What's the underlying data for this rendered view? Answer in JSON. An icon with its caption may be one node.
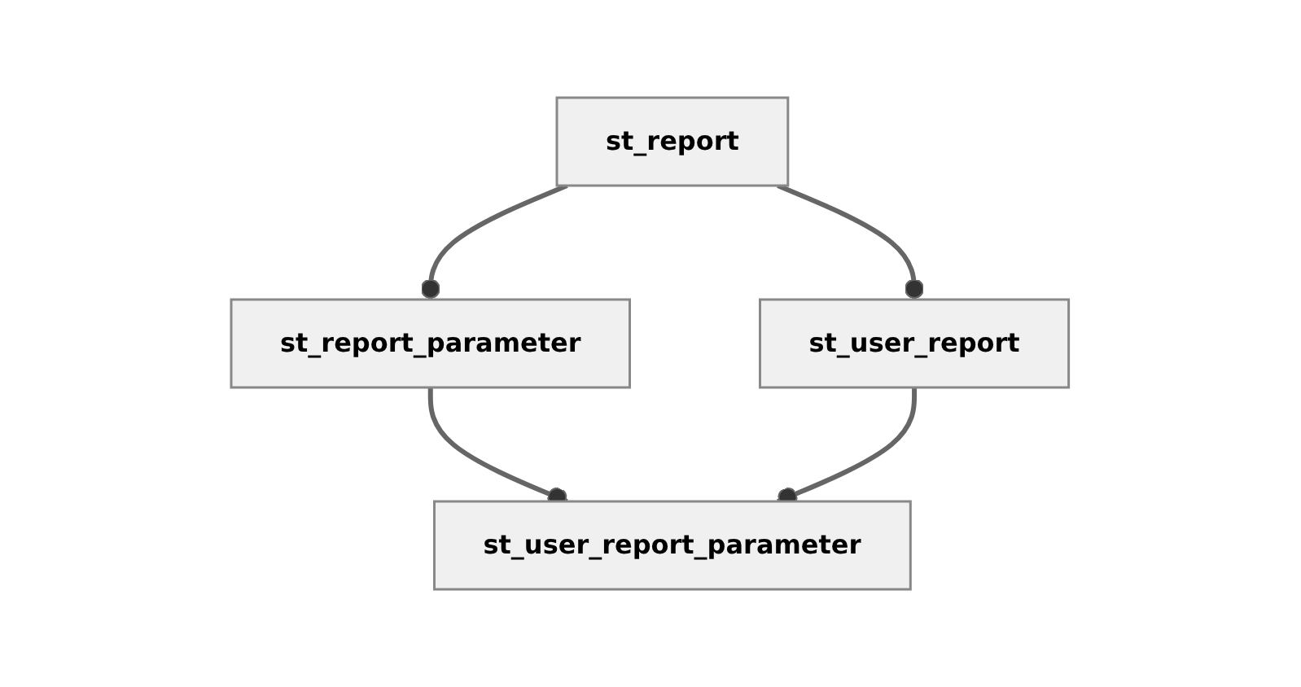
{
  "diagram": {
    "nodes": [
      {
        "text": [
          "st_report"
        ]
      },
      {
        "text": [
          "st_report_parameter"
        ]
      },
      {
        "text": [
          "st_user_report"
        ]
      },
      {
        "text": [
          "st_user_report_parameter"
        ]
      }
    ],
    "edges": [
      {
        "from": 0,
        "to": 1,
        "arrow": "other"
      },
      {
        "from": 0,
        "to": 2,
        "arrow": "other"
      },
      {
        "from": 1,
        "to": 3,
        "arrow": "other"
      },
      {
        "from": 2,
        "to": 3,
        "arrow": "other"
      }
    ]
  }
}
